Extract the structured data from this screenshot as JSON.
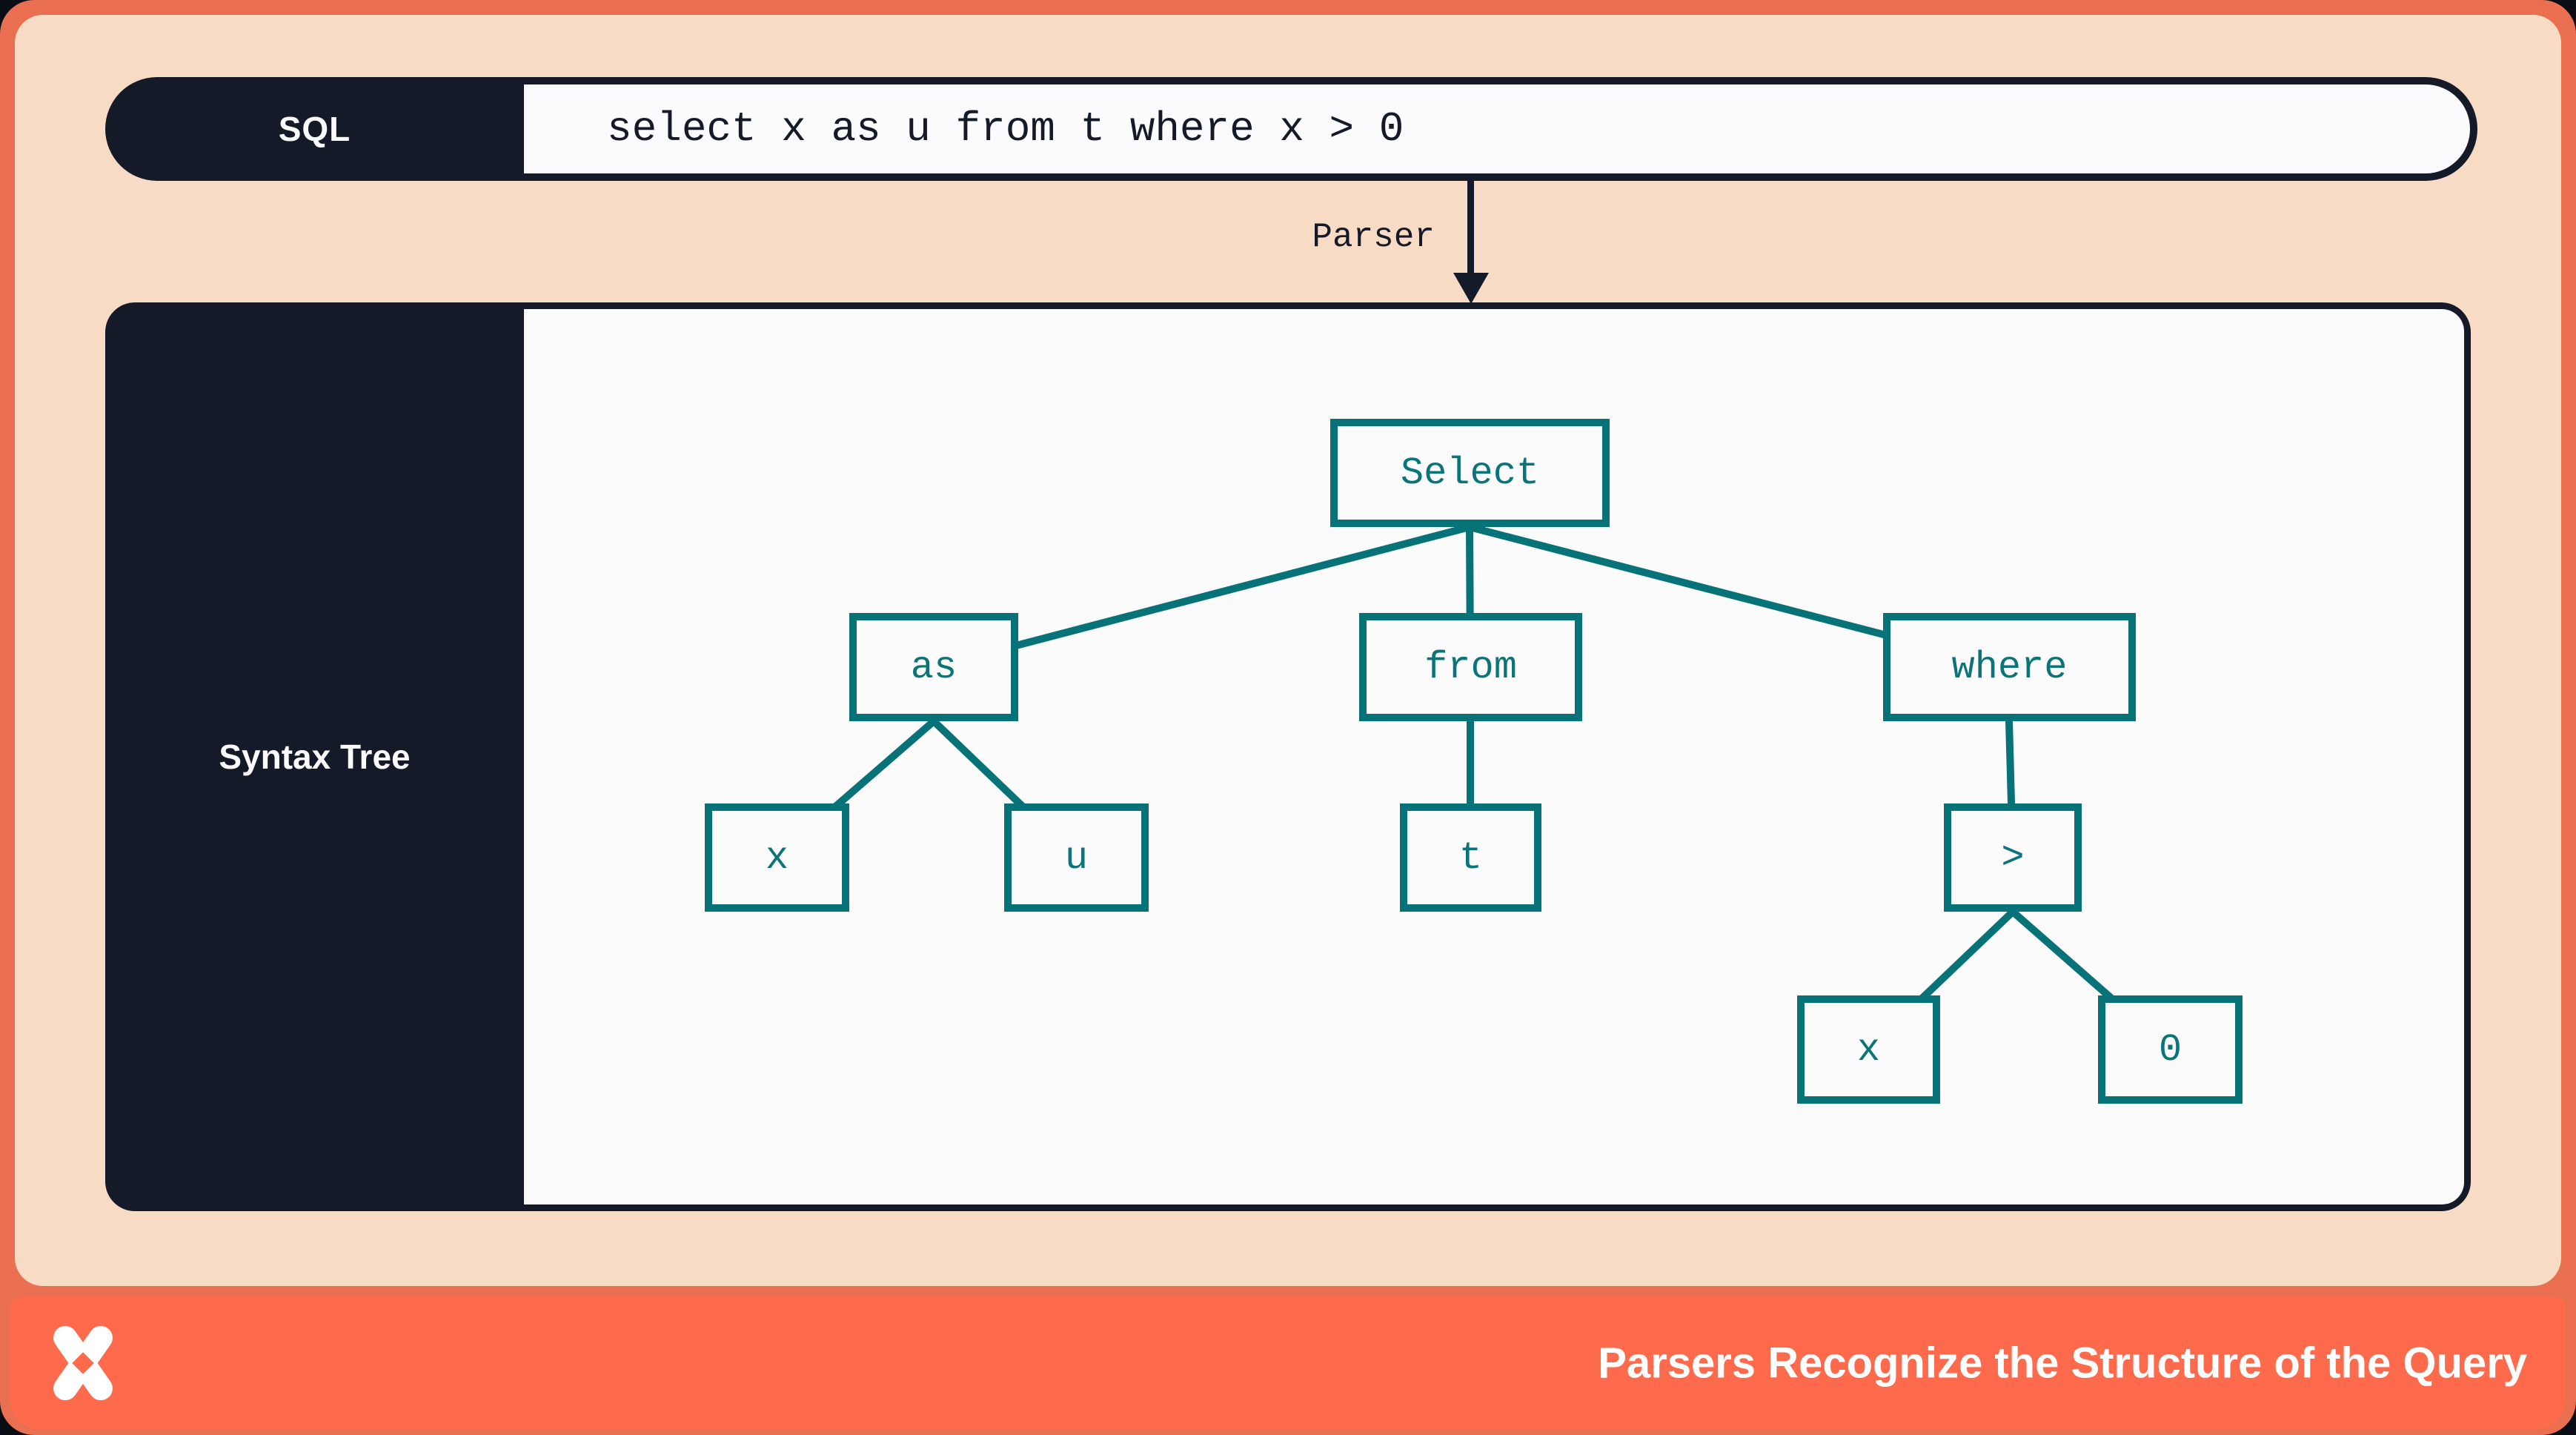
{
  "colors": {
    "page_background": "#0a0d13",
    "frame_coral": "#e96f50",
    "footer_coral": "#fe6a4c",
    "panel_peach": "#f8dbc4",
    "navy": "#151a29",
    "teal": "#077277",
    "content_white": "#fbfbfc"
  },
  "sql_bar": {
    "label": "SQL",
    "query": "select x as u from t where x > 0"
  },
  "parser": {
    "label": "Parser"
  },
  "syntax_tree": {
    "label": "Syntax Tree",
    "nodes": {
      "select": "Select",
      "as": "as",
      "from": "from",
      "where": "where",
      "x1": "x",
      "u": "u",
      "t": "t",
      "gt": ">",
      "x2": "x",
      "zero": "0"
    },
    "edges": [
      {
        "from": "Select",
        "to": "as"
      },
      {
        "from": "Select",
        "to": "from"
      },
      {
        "from": "Select",
        "to": "where"
      },
      {
        "from": "as",
        "to": "x"
      },
      {
        "from": "as",
        "to": "u"
      },
      {
        "from": "from",
        "to": "t"
      },
      {
        "from": "where",
        "to": ">"
      },
      {
        "from": ">",
        "to": "x"
      },
      {
        "from": ">",
        "to": "0"
      }
    ]
  },
  "footer": {
    "title": "Parsers Recognize the Structure of the Query",
    "logo": "x-mark-logo"
  }
}
